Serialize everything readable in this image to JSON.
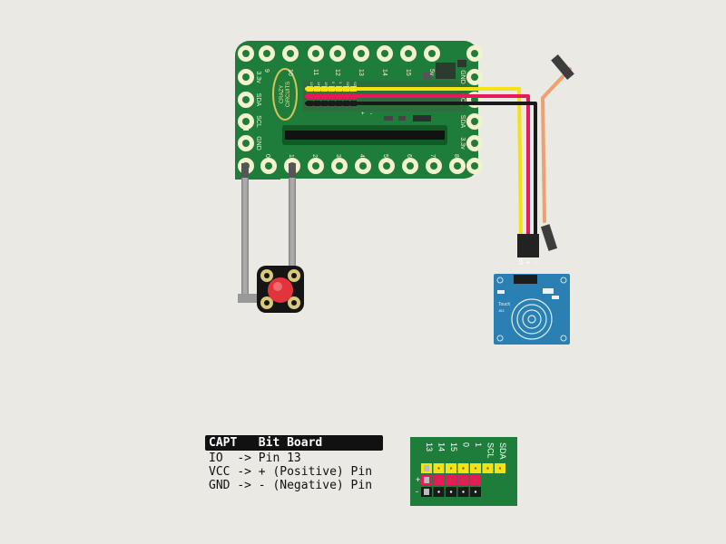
{
  "board": {
    "logo_line1": "CRAZY",
    "logo_line2": "CIRCUITS",
    "top_labels": [
      "9",
      "10",
      "11",
      "12",
      "13",
      "14",
      "15",
      "5v"
    ],
    "bottom_labels": [
      "0",
      "1",
      "2",
      "3",
      "4",
      "5",
      "6",
      "7",
      "8"
    ],
    "left_labels": [
      "3.3v",
      "SDA",
      "SCL",
      "GND"
    ],
    "right_labels": [
      "GND",
      "SCL",
      "SDA",
      "3.3v"
    ],
    "header_labels": [
      "13",
      "14",
      "15",
      "0",
      "1",
      "SCL",
      "SDA"
    ],
    "header_marks": [
      "+",
      "-"
    ]
  },
  "sensor": {
    "pin_labels": [
      "S",
      "+",
      "-"
    ],
    "chip_label": "Touch",
    "chip_sub": "J63"
  },
  "legend": {
    "header_col1": "CAPT",
    "header_col2": "Bit Board",
    "rows": [
      {
        "left": "IO",
        "arrow": "->",
        "right": "Pin 13"
      },
      {
        "left": "VCC",
        "arrow": "->",
        "right": "+ (Positive) Pin"
      },
      {
        "left": "GND",
        "arrow": "->",
        "right": "- (Negative) Pin"
      }
    ]
  },
  "mini_header": {
    "labels": [
      "13",
      "14",
      "15",
      "0",
      "1",
      "SCL",
      "SDA"
    ],
    "row_marks": [
      "+",
      "-"
    ]
  },
  "colors": {
    "background": "#ebe9e3",
    "board_green": "#1e7d3a",
    "board_light": "#9fd36a",
    "pad": "#f4f1cf",
    "wire_yellow": "#f4e214",
    "wire_red": "#e8195a",
    "wire_black": "#1a1a1a",
    "wire_orange": "#f0a070",
    "sensor_blue": "#2a7fb3",
    "button_red": "#e2353b"
  }
}
